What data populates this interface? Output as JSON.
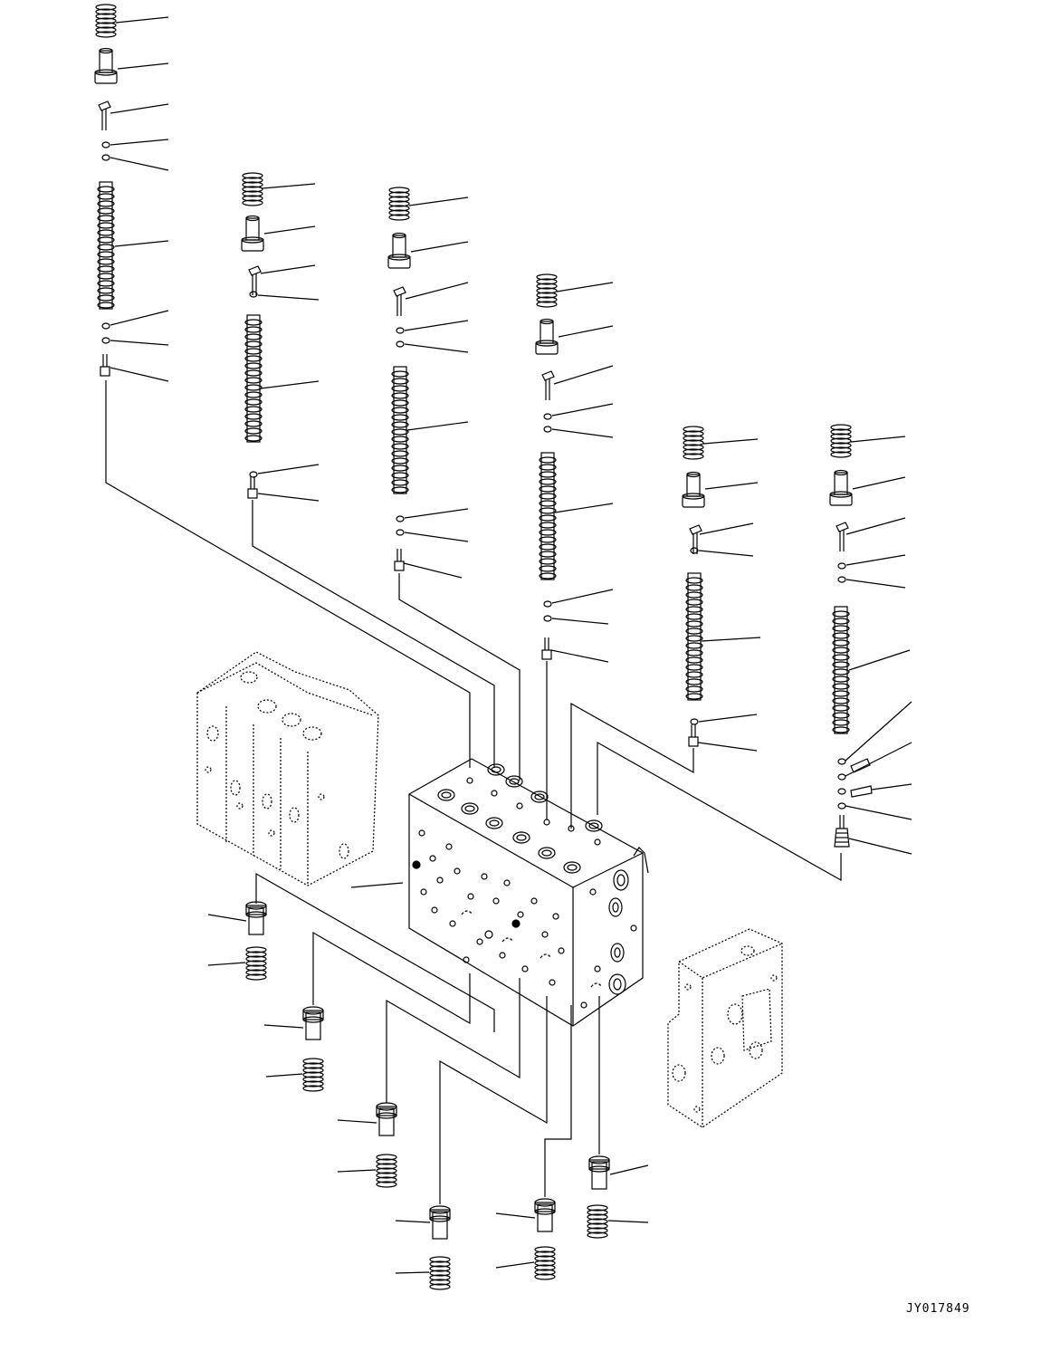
{
  "document": {
    "drawing_id": "JY017849"
  },
  "colors": {
    "line": "#000000",
    "background": "#ffffff"
  },
  "parts": {
    "spring": "coil-spring",
    "cap": "spool-cap",
    "pin": "pin",
    "oring": "o-ring",
    "spool": "spool",
    "plug": "plug",
    "body": "control-valve-body",
    "section": "valve-section-housing",
    "cover": "end-cover"
  }
}
